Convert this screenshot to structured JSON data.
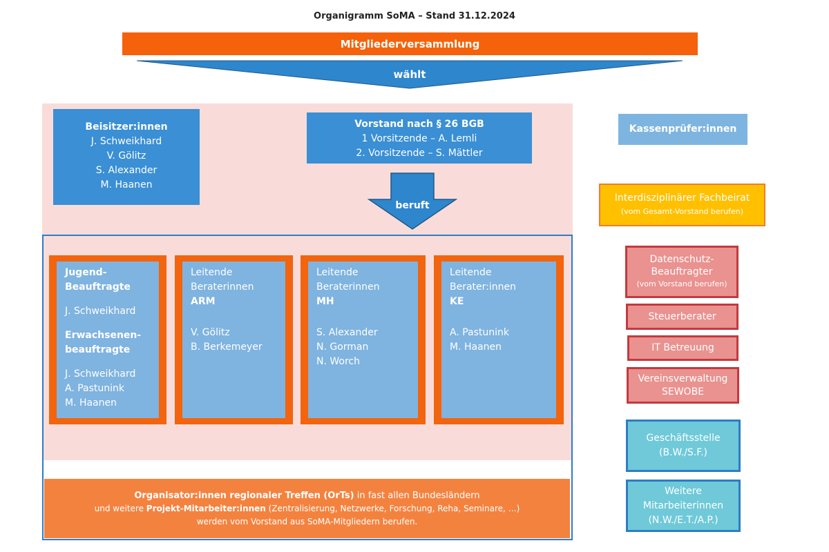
{
  "title": "Organigramm SoMA – Stand 31.12.2024",
  "top": {
    "assembly": "Mitgliederversammlung",
    "elects": "wählt"
  },
  "assessors": {
    "heading": "Beisitzer:innen",
    "members": [
      "J. Schweikhard",
      "V. Gölitz",
      "S. Alexander",
      "M. Haanen"
    ]
  },
  "board": {
    "heading": "Vorstand nach § 26 BGB",
    "line1": "1 Vorsitzende – A. Lemli",
    "line2": "2. Vorsitzende – S. Mättler",
    "appoints": "beruft"
  },
  "columns": {
    "youth": {
      "heading1": "Jugend-",
      "heading2": "Beauftragte",
      "member": "J. Schweikhard",
      "adult_heading1": "Erwachsenen-",
      "adult_heading2": "beauftragte",
      "adult_members": [
        "J. Schweikhard",
        "A. Pastunink",
        "M. Haanen"
      ]
    },
    "arm": {
      "line1": "Leitende",
      "line2": "Beraterinnen",
      "code": "ARM",
      "members": [
        "V. Gölitz",
        "B. Berkemeyer"
      ]
    },
    "mh": {
      "line1": "Leitende",
      "line2": "Beraterinnen",
      "code": "MH",
      "members": [
        "S. Alexander",
        "N. Gorman",
        "N. Worch"
      ]
    },
    "ke": {
      "line1": "Leitende",
      "line2": "Berater:innen",
      "code": "KE",
      "members": [
        "A. Pastunink",
        "M. Haanen"
      ]
    }
  },
  "organizers": {
    "line1_bold": "Organisator:innen regionaler Treffen (OrTs)",
    "line1_rest": " in fast allen Bundesländern",
    "line2_pre": "und weitere ",
    "line2_bold": "Projekt-Mitarbeiter:innen",
    "line2_rest": "  (Zentralisierung, Netzwerke, Forschung, Reha, Seminare, …)",
    "line3": "werden vom Vorstand aus SoMA-Mitgliedern berufen."
  },
  "right": {
    "auditors": "Kassenprüfer:innen",
    "advisory": "Interdisziplinärer Fachbeirat",
    "advisory_note": "(vom Gesamt-Vorstand berufen)",
    "privacy_line1": "Datenschutz-",
    "privacy_line2": "Beauftragter",
    "privacy_note": "(vom Vorstand berufen)",
    "tax": "Steuerberater",
    "it": "IT Betreuung",
    "admin_line1": "Vereinsverwaltung",
    "admin_line2": "SEWOBE",
    "office_line1": "Geschäftsstelle",
    "office_line2": "(B.W./S.F.)",
    "staff_line1": "Weitere",
    "staff_line2": "Mitarbeiterinnen",
    "staff_line3": "(N.W./E.T./A.P.)"
  },
  "colors": {
    "orange": "#f5620b",
    "blue": "#3a8fd5",
    "light_blue": "#7fb3e0",
    "pink_band": "#f9dcd9",
    "red_fill": "#e99290",
    "yellow": "#ffc000",
    "cyan": "#6fc9d9"
  }
}
